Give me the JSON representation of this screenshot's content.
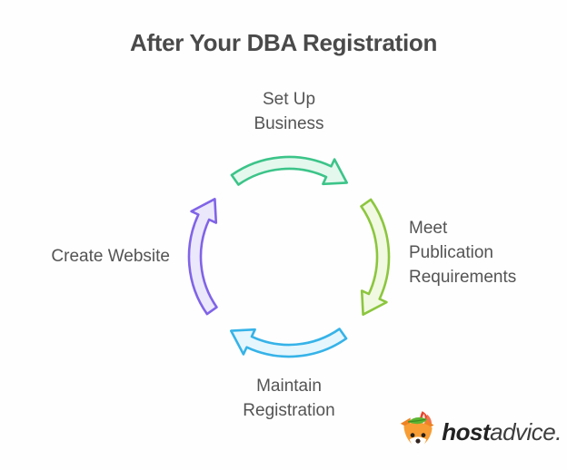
{
  "title": "After Your DBA Registration",
  "diagram": {
    "type": "cycle",
    "direction": "clockwise",
    "steps": [
      {
        "label": "Set Up Business",
        "position": "top",
        "arrow_color": "#3cc489",
        "arrow_fill": "#e4f8ee"
      },
      {
        "label": "Meet Publication Requirements",
        "position": "right",
        "arrow_color": "#8cc63e",
        "arrow_fill": "#f1f9e2"
      },
      {
        "label": "Maintain Registration",
        "position": "bottom",
        "arrow_color": "#36b3e8",
        "arrow_fill": "#e6f6fd"
      },
      {
        "label": "Create Website",
        "position": "left",
        "arrow_color": "#8064e7",
        "arrow_fill": "#ece8fb"
      }
    ]
  },
  "logo": {
    "icon": "fox-mascot-icon",
    "brand_bold": "host",
    "brand_light": "advice."
  }
}
